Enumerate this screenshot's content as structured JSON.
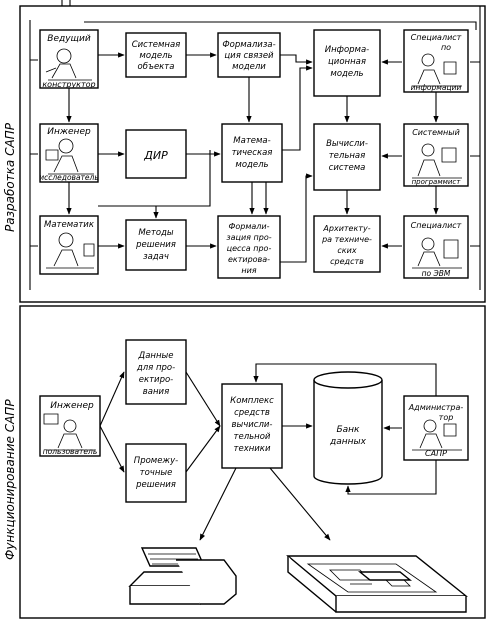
{
  "sections": {
    "development": "Разработка САПР",
    "operation": "Функционирование САПР"
  },
  "development": {
    "lead_designer": [
      "Ведущий",
      "конструктор"
    ],
    "system_model": [
      "Системная",
      "модель",
      "объекта"
    ],
    "formal_model": [
      "Формализа-",
      "ция связей",
      "модели"
    ],
    "info_model": [
      "Информа-",
      "ционная",
      "модель"
    ],
    "info_specialist": [
      "Специалист",
      "по",
      "информации"
    ],
    "research_engineer": [
      "Инженер",
      "исследователь"
    ],
    "dir": "ДИР",
    "math_model": [
      "Матема-",
      "тическая",
      "модель"
    ],
    "computing_system": [
      "Вычисли-",
      "тельная",
      "система"
    ],
    "system_programmer": [
      "Системный",
      "программист"
    ],
    "mathematician": "Математик",
    "methods": [
      "Методы",
      "решения",
      "задач"
    ],
    "formalization": [
      "Формали-",
      "зация про-",
      "цесса про-",
      "ектирова-",
      "ния"
    ],
    "architecture": [
      "Архитекту-",
      "ра техниче-",
      "ских",
      "средств"
    ],
    "edp_specialist": [
      "Специалист",
      "по ЭВМ"
    ]
  },
  "operation": {
    "engineer_user": [
      "Инженер",
      "пользователь"
    ],
    "design_data": [
      "Данные",
      "для про-",
      "ектиро-",
      "вания"
    ],
    "intermediate": [
      "Промежу-",
      "точные",
      "решения"
    ],
    "complex": [
      "Комплекс",
      "средств",
      "вычисли-",
      "тельной",
      "техники"
    ],
    "data_bank": [
      "Банк",
      "данных"
    ],
    "administrator": [
      "Администра-",
      "тор",
      "САПР"
    ]
  }
}
